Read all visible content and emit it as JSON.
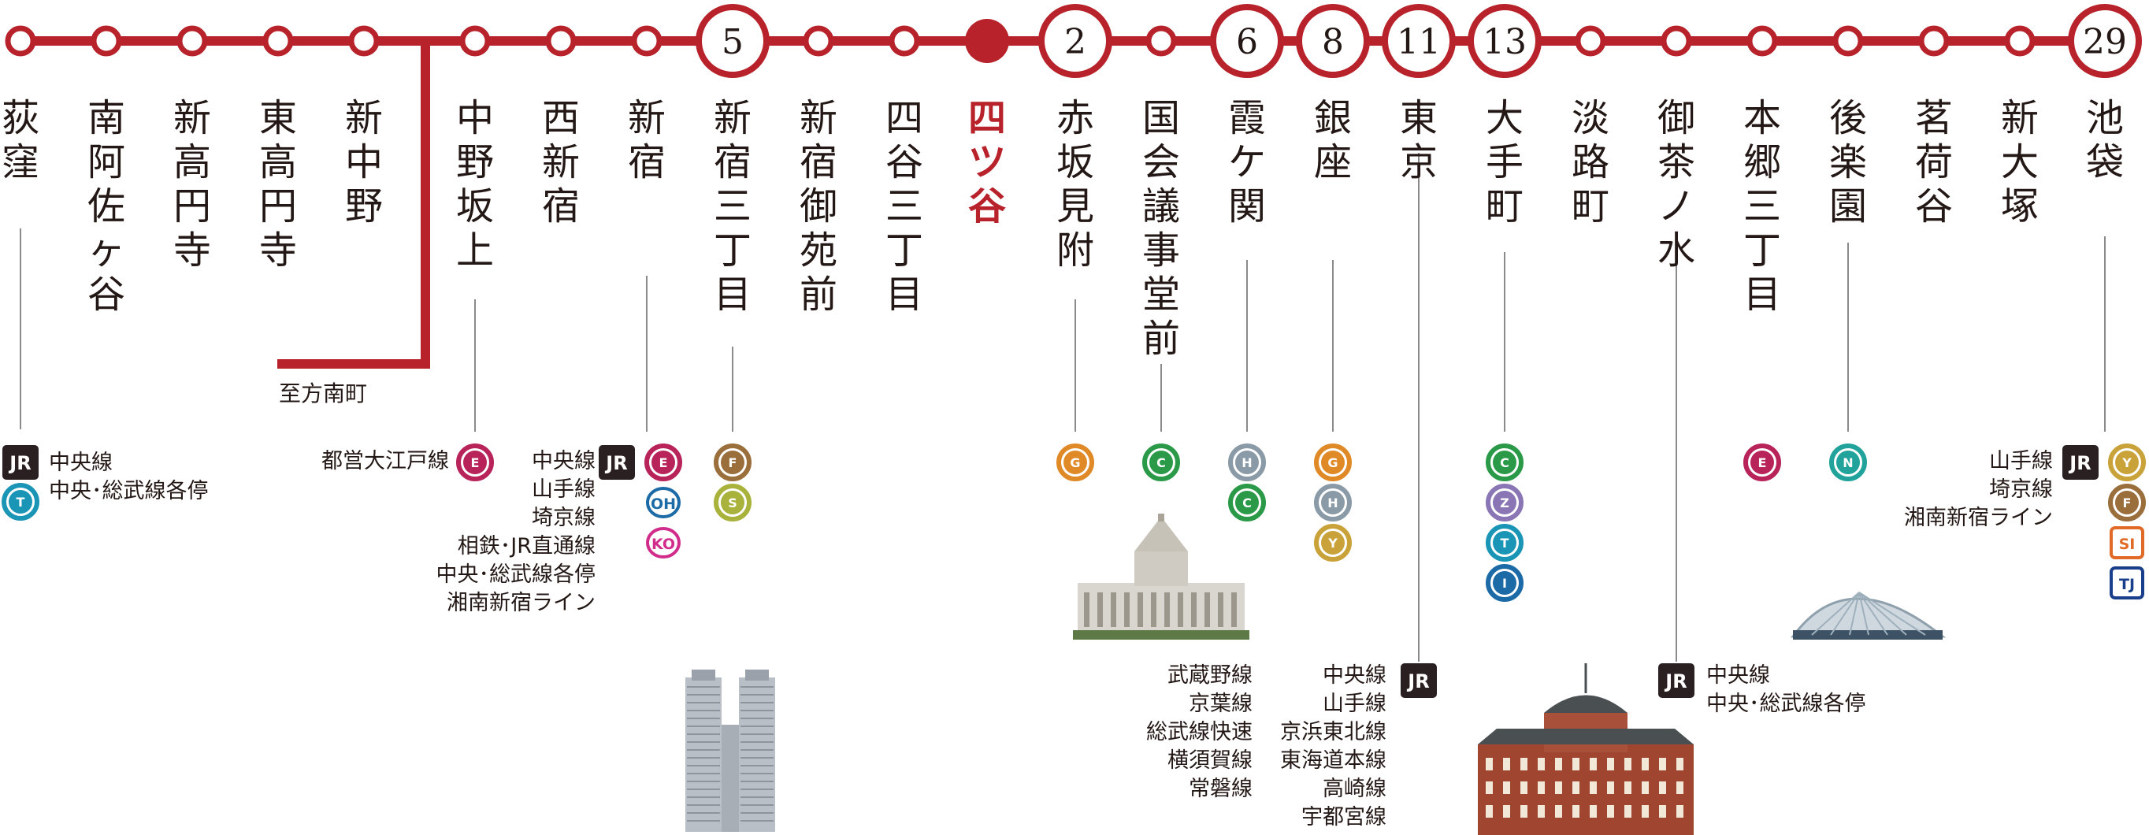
{
  "line_color": "#b8232b",
  "badge_colors": {
    "G": "#e08a27",
    "C": "#2a9a48",
    "H": "#8a9aa6",
    "Y": "#c9a33a",
    "E": "#b8235a",
    "F": "#9b6f3c",
    "S": "#a9b23a",
    "N": "#21a39c",
    "Z": "#8a76b5",
    "T": "#1b95b5",
    "I": "#1c6aa6",
    "OH": "#1c6aa6",
    "KO": "#d12c8c",
    "SI": "#e06a26",
    "TJ": "#1a3f8a",
    "JR": "#2b2021"
  },
  "stations": [
    {
      "name": "荻窪",
      "current": false
    },
    {
      "name": "南阿佐ヶ谷",
      "current": false
    },
    {
      "name": "新高円寺",
      "current": false
    },
    {
      "name": "東高円寺",
      "current": false
    },
    {
      "name": "新中野",
      "current": false
    },
    {
      "name": "中野坂上",
      "current": false
    },
    {
      "name": "西新宿",
      "current": false
    },
    {
      "name": "新宿",
      "current": false
    },
    {
      "name": "新宿三丁目",
      "current": false,
      "minutes": "5"
    },
    {
      "name": "新宿御苑前",
      "current": false
    },
    {
      "name": "四谷三丁目",
      "current": false
    },
    {
      "name": "四ツ谷",
      "current": true
    },
    {
      "name": "赤坂見附",
      "current": false,
      "minutes": "2"
    },
    {
      "name": "国会議事堂前",
      "current": false
    },
    {
      "name": "霞ケ関",
      "current": false,
      "minutes": "6"
    },
    {
      "name": "銀座",
      "current": false,
      "minutes": "8"
    },
    {
      "name": "東京",
      "current": false,
      "minutes": "11"
    },
    {
      "name": "大手町",
      "current": false,
      "minutes": "13"
    },
    {
      "name": "淡路町",
      "current": false
    },
    {
      "name": "御茶ノ水",
      "current": false
    },
    {
      "name": "本郷三丁目",
      "current": false
    },
    {
      "name": "後楽園",
      "current": false
    },
    {
      "name": "茗荷谷",
      "current": false
    },
    {
      "name": "新大塚",
      "current": false
    },
    {
      "name": "池袋",
      "current": false,
      "minutes": "29"
    }
  ],
  "branch_label": "至方南町",
  "transfers": {
    "ogikubo": {
      "jr": "JR",
      "lines": [
        "中央線",
        "中央･総武線各停"
      ],
      "badges": [
        "T"
      ]
    },
    "nakanosakaue": {
      "lines": [
        "都営大江戸線"
      ],
      "badges": [
        "E"
      ]
    },
    "shinjuku": {
      "jr": "JR",
      "lines": [
        "中央線",
        "山手線",
        "埼京線",
        "相鉄･JR直通線",
        "中央･総武線各停",
        "湘南新宿ライン"
      ],
      "badges": [
        "E",
        "OH",
        "KO"
      ]
    },
    "shinjuku_sanchome": {
      "badges": [
        "F",
        "S"
      ]
    },
    "akasaka_mitsuke": {
      "badges": [
        "G"
      ]
    },
    "kokkai_gijidomae": {
      "badges": [
        "C"
      ]
    },
    "kasumigaseki": {
      "badges": [
        "H",
        "C"
      ]
    },
    "ginza": {
      "badges": [
        "G",
        "H",
        "Y"
      ]
    },
    "tokyo": {
      "jr": "JR",
      "lines_left": [
        "武蔵野線",
        "京葉線",
        "総武線快速",
        "横須賀線",
        "常磐線"
      ],
      "lines_right": [
        "中央線",
        "山手線",
        "京浜東北線",
        "東海道本線",
        "高崎線",
        "宇都宮線"
      ]
    },
    "otemachi": {
      "badges": [
        "C",
        "Z",
        "T",
        "I"
      ]
    },
    "ochanomizu": {
      "jr": "JR",
      "lines": [
        "中央線",
        "中央･総武線各停"
      ]
    },
    "hongo_sanchome": {
      "badges": [
        "E"
      ]
    },
    "korakuen": {
      "badges": [
        "N"
      ]
    },
    "ikebukuro": {
      "jr": "JR",
      "lines": [
        "山手線",
        "埼京線",
        "湘南新宿ライン"
      ],
      "badges": [
        "Y",
        "F",
        "SI",
        "TJ"
      ]
    }
  }
}
